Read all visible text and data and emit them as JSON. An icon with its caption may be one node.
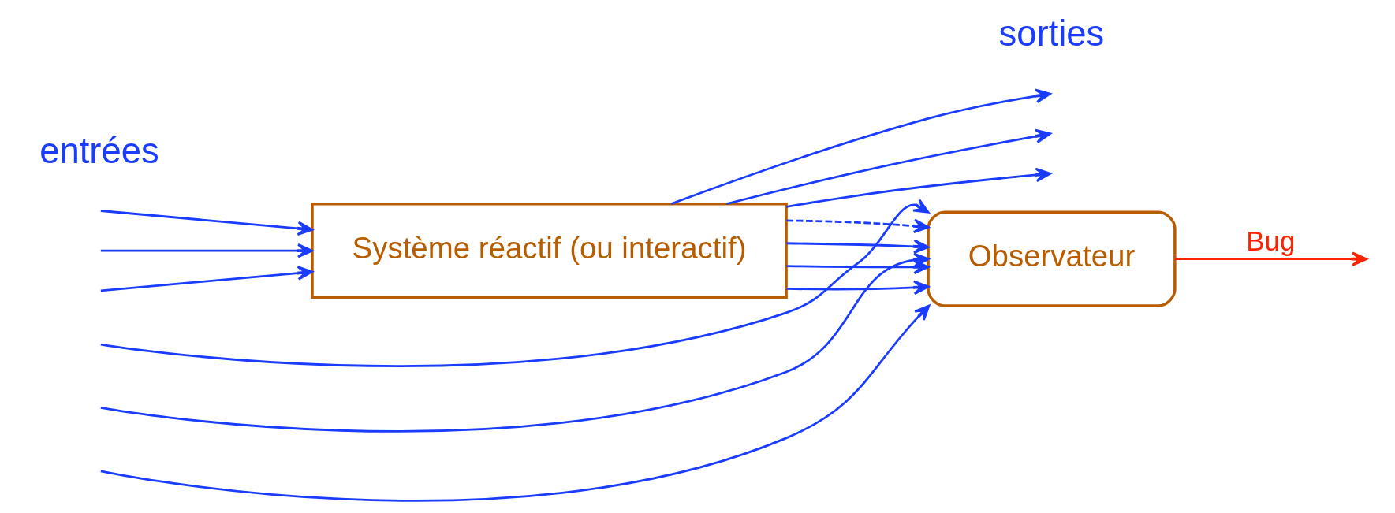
{
  "diagram": {
    "nodes": [
      {
        "text": [
          "Système réactif (ou interactif)"
        ]
      },
      {
        "text": [
          "Observateur"
        ]
      }
    ],
    "edges": [
      {
        "from": 0,
        "to": null,
        "arrow": "to"
      },
      {
        "from": 0,
        "to": null,
        "arrow": "to"
      },
      {
        "from": 0,
        "to": null,
        "arrow": "to"
      },
      {
        "from": 0,
        "to": 1,
        "arrow": "to"
      },
      {
        "from": 0,
        "to": 1,
        "arrow": "to"
      },
      {
        "from": 0,
        "to": 1,
        "arrow": "to"
      },
      {
        "from": 0,
        "to": 1,
        "arrow": "to",
        "style": "dashed"
      },
      {
        "from": null,
        "to": 0,
        "arrow": "to"
      },
      {
        "from": null,
        "to": 0,
        "arrow": "to"
      },
      {
        "from": null,
        "to": 0,
        "arrow": "to"
      },
      {
        "from": null,
        "to": 1,
        "arrow": "to"
      },
      {
        "from": null,
        "to": 1,
        "arrow": "to"
      },
      {
        "from": null,
        "to": 1,
        "arrow": "to"
      },
      {
        "from": 1,
        "to": null,
        "arrow": "to",
        "label": "Bug",
        "color": "#ff2200"
      }
    ],
    "labels": [
      "entrées",
      "sorties"
    ]
  }
}
